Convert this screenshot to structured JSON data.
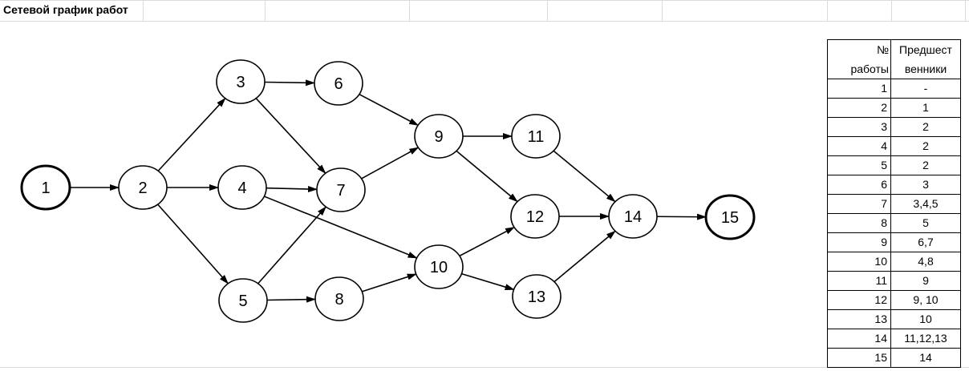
{
  "title": "Сетевой график работ",
  "nodes": [
    {
      "id": "1",
      "terminal": true
    },
    {
      "id": "2"
    },
    {
      "id": "3"
    },
    {
      "id": "4"
    },
    {
      "id": "5"
    },
    {
      "id": "6"
    },
    {
      "id": "7"
    },
    {
      "id": "8"
    },
    {
      "id": "9"
    },
    {
      "id": "10"
    },
    {
      "id": "11"
    },
    {
      "id": "12"
    },
    {
      "id": "13"
    },
    {
      "id": "14"
    },
    {
      "id": "15",
      "terminal": true
    }
  ],
  "edges": [
    [
      "1",
      "2"
    ],
    [
      "2",
      "3"
    ],
    [
      "2",
      "4"
    ],
    [
      "2",
      "5"
    ],
    [
      "3",
      "6"
    ],
    [
      "3",
      "7"
    ],
    [
      "4",
      "7"
    ],
    [
      "5",
      "7"
    ],
    [
      "5",
      "8"
    ],
    [
      "6",
      "9"
    ],
    [
      "7",
      "9"
    ],
    [
      "4",
      "10"
    ],
    [
      "8",
      "10"
    ],
    [
      "9",
      "11"
    ],
    [
      "9",
      "12"
    ],
    [
      "10",
      "12"
    ],
    [
      "10",
      "13"
    ],
    [
      "11",
      "14"
    ],
    [
      "12",
      "14"
    ],
    [
      "13",
      "14"
    ],
    [
      "14",
      "15"
    ]
  ],
  "table": {
    "header": [
      "№\nработы",
      "Предшест\nвенники"
    ],
    "rows": [
      [
        "1",
        "-"
      ],
      [
        "2",
        "1"
      ],
      [
        "3",
        "2"
      ],
      [
        "4",
        "2"
      ],
      [
        "5",
        "2"
      ],
      [
        "6",
        "3"
      ],
      [
        "7",
        "3,4,5"
      ],
      [
        "8",
        "5"
      ],
      [
        "9",
        "6,7"
      ],
      [
        "10",
        "4,8"
      ],
      [
        "11",
        "9"
      ],
      [
        "12",
        "9, 10"
      ],
      [
        "13",
        "10"
      ],
      [
        "14",
        "11,12,13"
      ],
      [
        "15",
        "14"
      ]
    ]
  }
}
